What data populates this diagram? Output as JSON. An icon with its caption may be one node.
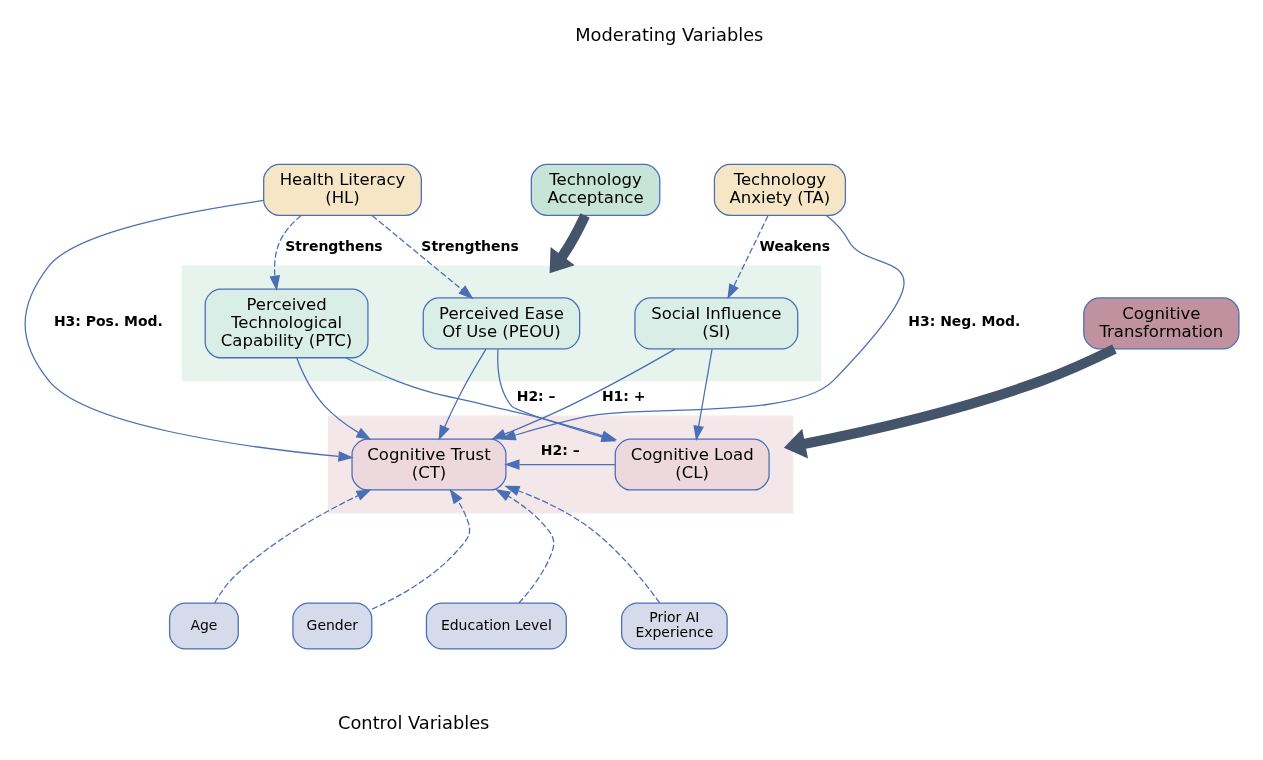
{
  "diagram": {
    "nodes": [
      {
        "text": [
          "Health Literacy (HL)"
        ]
      },
      {
        "text": [
          "Technology Anxiety (TA)"
        ]
      },
      {
        "text": [
          "Technology Acceptance"
        ]
      },
      {
        "text": [],
        "shape": "box"
      },
      {
        "text": [
          "Perceived Ease Of Use (PEOU)"
        ],
        "in": 3
      },
      {
        "text": [
          "Perceived Technological Capability (PTC)"
        ],
        "in": 3
      },
      {
        "text": [
          "Social Influence (SI)"
        ],
        "in": 3
      },
      {
        "text": [
          "Cognitive Transformation"
        ]
      },
      {
        "text": [],
        "shape": "box"
      },
      {
        "text": [
          "Cognitive Load (CL)"
        ],
        "in": 8
      },
      {
        "text": [
          "Cognitive Trust (CT)"
        ],
        "in": 8
      },
      {
        "text": [
          "Age"
        ]
      },
      {
        "text": [
          "Gender"
        ]
      },
      {
        "text": [
          "Education Level"
        ]
      },
      {
        "text": [
          "Prior AI Experience"
        ]
      }
    ],
    "edges": [
      {
        "from": 2,
        "to": 3,
        "arrow": "to",
        "style": "thick",
        "color": "#44546a"
      },
      {
        "from": 7,
        "to": 8,
        "arrow": "to",
        "style": "thick",
        "color": "#44546a"
      },
      {
        "from": 0,
        "to": 4,
        "arrow": "to",
        "style": "dashed",
        "label": "Strengthens"
      },
      {
        "from": 0,
        "to": 5,
        "arrow": "to",
        "style": "dashed",
        "label": "Strengthens"
      },
      {
        "from": 1,
        "to": 6,
        "arrow": "to",
        "style": "dashed",
        "label": "Weakens"
      },
      {
        "from": 0,
        "to": 10,
        "arrow": "to",
        "label": "H3: Pos. Mod."
      },
      {
        "from": 1,
        "to": 10,
        "arrow": "to",
        "label": "H3: Neg. Mod."
      },
      {
        "from": 4,
        "to": 9,
        "arrow": "to",
        "label": "H2: –"
      },
      {
        "from": 5,
        "to": 9,
        "arrow": "to"
      },
      {
        "from": 6,
        "to": 9,
        "arrow": "to"
      },
      {
        "from": 4,
        "to": 10,
        "arrow": "to"
      },
      {
        "from": 5,
        "to": 10,
        "arrow": "to"
      },
      {
        "from": 6,
        "to": 10,
        "arrow": "to",
        "label": "H1: +"
      },
      {
        "from": 9,
        "to": 10,
        "arrow": "to",
        "label": "H2: –"
      },
      {
        "from": 11,
        "to": 10,
        "arrow": "to",
        "style": "dashed"
      },
      {
        "from": 12,
        "to": 10,
        "arrow": "to",
        "style": "dashed"
      },
      {
        "from": 13,
        "to": 10,
        "arrow": "to",
        "style": "dashed"
      },
      {
        "from": 14,
        "to": 10,
        "arrow": "to",
        "style": "dashed"
      }
    ],
    "labels": [
      "Moderating Variables",
      "Control Variables"
    ]
  }
}
